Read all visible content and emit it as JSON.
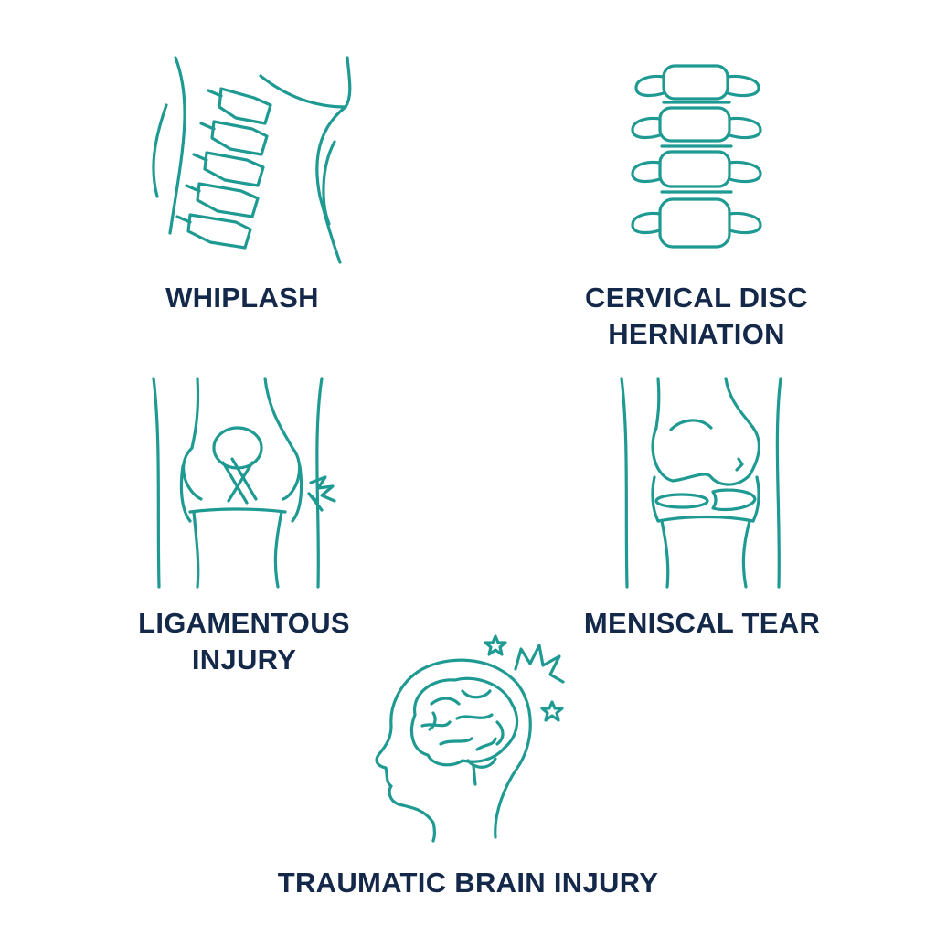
{
  "colors": {
    "icon_stroke": "#1f9a93",
    "label_text": "#14284a",
    "background": "#ffffff"
  },
  "items": [
    {
      "icon": "neck-spine-icon",
      "label_lines": [
        "WHIPLASH"
      ]
    },
    {
      "icon": "vertebrae-icon",
      "label_lines": [
        "CERVICAL DISC",
        "HERNIATION"
      ]
    },
    {
      "icon": "knee-ligament-icon",
      "label_lines": [
        "LIGAMENTOUS",
        "INJURY"
      ]
    },
    {
      "icon": "knee-meniscus-icon",
      "label_lines": [
        "MENISCAL TEAR"
      ]
    },
    {
      "icon": "head-brain-icon",
      "label_lines": [
        "TRAUMATIC BRAIN INJURY"
      ]
    }
  ]
}
